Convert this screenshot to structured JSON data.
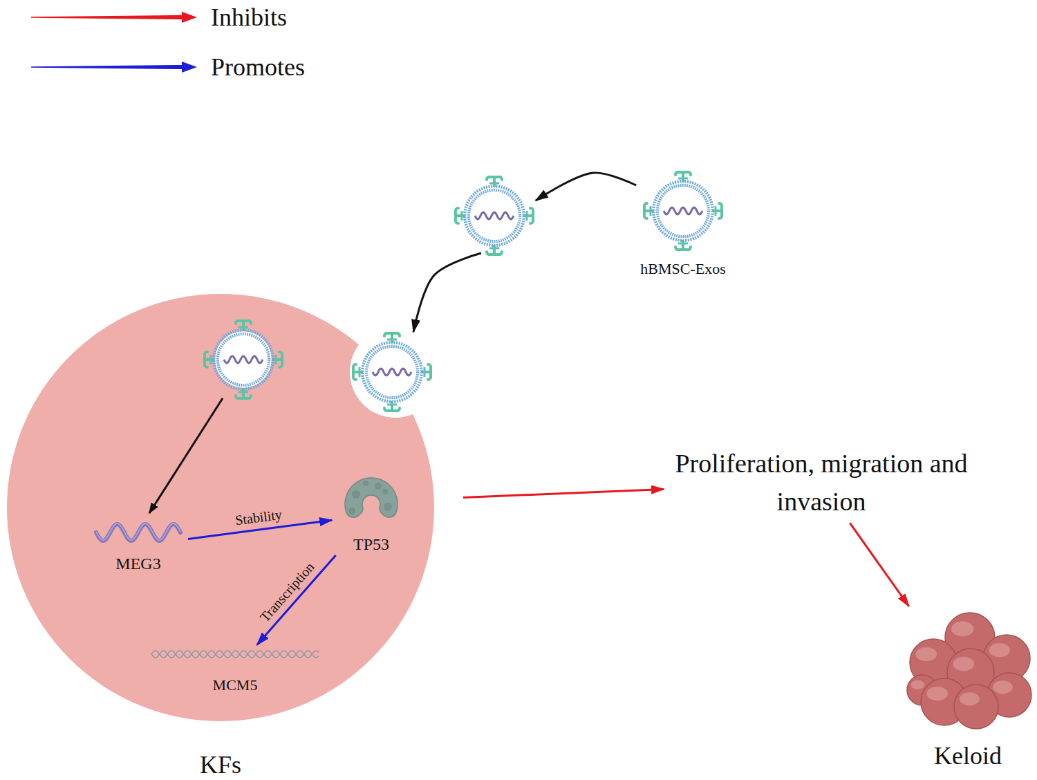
{
  "diagram": {
    "nodes": [
      {
        "text": [
          "KFs"
        ]
      },
      {
        "text": [
          "MEG3"
        ],
        "in": 0
      },
      {
        "text": [
          "TP53"
        ],
        "in": 0
      },
      {
        "text": [
          "MCM5"
        ],
        "in": 0
      },
      {
        "text": [
          "hBMSC-Exos"
        ]
      },
      {
        "text": [
          "Proliferation, migration and invasion"
        ]
      },
      {
        "text": [
          "Keloid"
        ]
      }
    ],
    "edges": [
      {
        "from": 1,
        "to": 2,
        "arrow": "to",
        "label": "Stability"
      },
      {
        "from": 2,
        "to": 3,
        "arrow": "to",
        "label": "Transcription"
      },
      {
        "from": 4,
        "to": 0,
        "arrow": "to"
      },
      {
        "from": 0,
        "to": 5,
        "arrow": "to"
      },
      {
        "from": 5,
        "to": 6,
        "arrow": "to"
      }
    ],
    "legend": [
      {
        "text": "Inhibits"
      },
      {
        "text": "Promotes"
      }
    ]
  }
}
